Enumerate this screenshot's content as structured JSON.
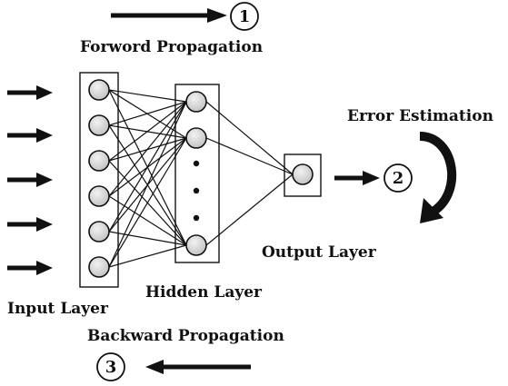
{
  "labels": {
    "forward": "Forword Propagation",
    "backward": "Backward Propagation",
    "error": "Error Estimation",
    "input": "Input Layer",
    "hidden": "Hidden Layer",
    "output": "Output Layer"
  },
  "steps": [
    "1",
    "2",
    "3"
  ],
  "network": {
    "input_nodes": 6,
    "hidden_nodes": 3,
    "hidden_ellipsis_dots": 3,
    "output_nodes": 1,
    "input_arrows": 5
  },
  "colors": {
    "ink": "#111111",
    "node_fill": "#d9d9d9",
    "background": "#ffffff"
  }
}
